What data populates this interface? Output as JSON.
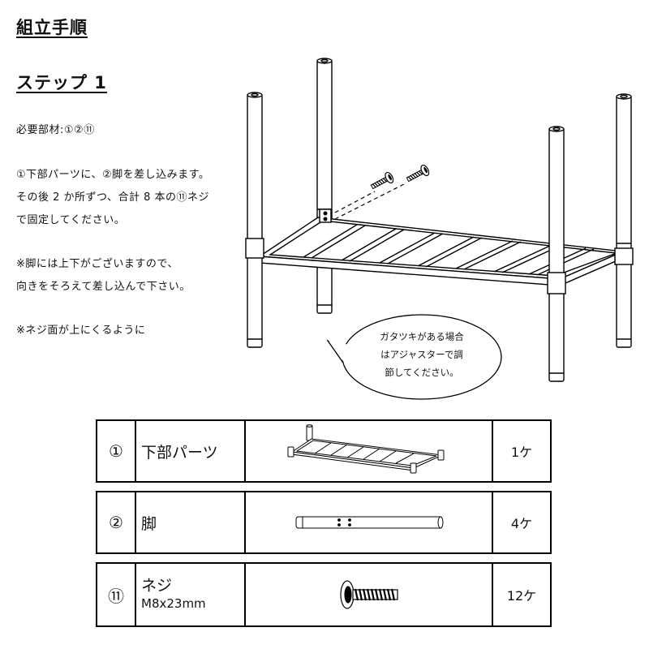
{
  "heading": "組立手順",
  "step_title": "ステップ 1",
  "instructions": {
    "required_parts": "必要部材:①②⑪",
    "line1": "①下部パーツに、②脚を差し込みます。",
    "line2": "その後 2 か所ずつ、合計 8 本の⑪ネジ",
    "line3": "で固定してください。",
    "line4": "※脚には上下がございますので、",
    "line5": "向きをそろえて差し込んで下さい。",
    "line6": "※ネジ面が上にくるように"
  },
  "callout": {
    "line1": "ガタツキがある場合",
    "line2": "はアジャスターで調",
    "line3": "節してください。"
  },
  "parts": [
    {
      "no": "①",
      "name": "下部パーツ",
      "sub": "",
      "qty": "1ケ",
      "icon": "shelf-frame-icon"
    },
    {
      "no": "②",
      "name": "脚",
      "sub": "",
      "qty": "4ケ",
      "icon": "leg-pole-icon"
    },
    {
      "no": "⑪",
      "name": "ネジ",
      "sub": "M8x23mm",
      "qty": "12ケ",
      "icon": "screw-icon"
    }
  ]
}
